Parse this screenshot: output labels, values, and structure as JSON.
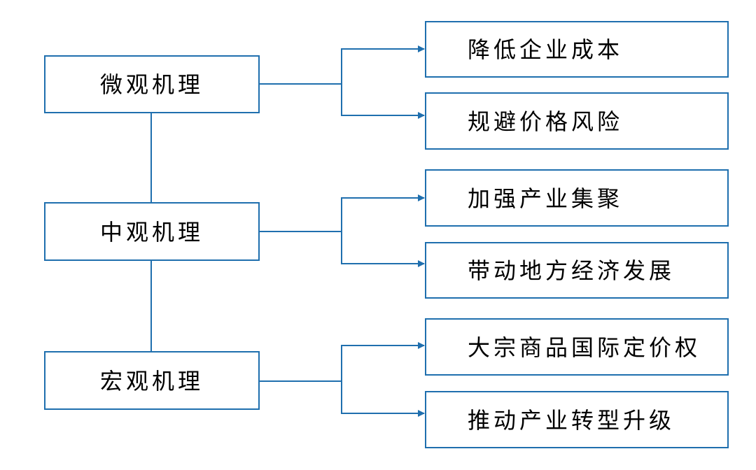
{
  "colors": {
    "box_border": "#1f6fae",
    "connector": "#1f6fae",
    "text": "#000000",
    "background": "#ffffff"
  },
  "mechanisms": [
    {
      "label": "微观机理",
      "effects": [
        "降低企业成本",
        "规避价格风险"
      ]
    },
    {
      "label": "中观机理",
      "effects": [
        "加强产业集聚",
        "带动地方经济发展"
      ]
    },
    {
      "label": "宏观机理",
      "effects": [
        "大宗商品国际定价权",
        "推动产业转型升级"
      ]
    }
  ]
}
